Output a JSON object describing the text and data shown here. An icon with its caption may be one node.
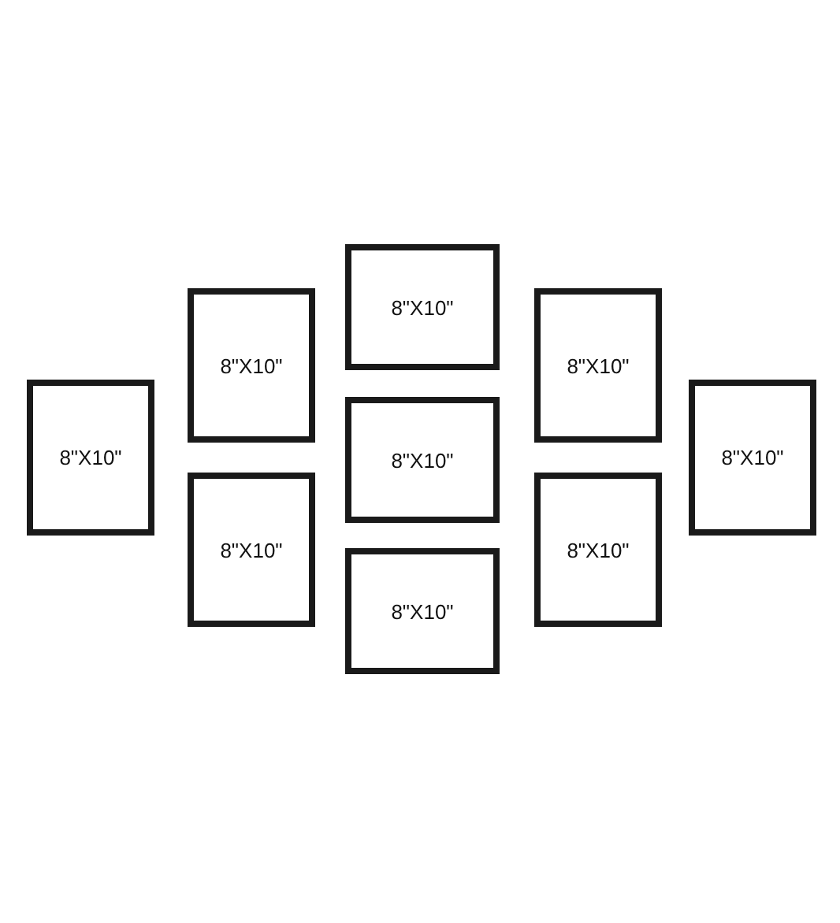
{
  "diagram": {
    "nodes": [
      {
        "text": [
          "8\"X10\""
        ]
      },
      {
        "text": [
          "8\"X10\""
        ]
      },
      {
        "text": [
          "8\"X10\""
        ]
      },
      {
        "text": [
          "8\"X10\""
        ]
      },
      {
        "text": [
          "8\"X10\""
        ]
      },
      {
        "text": [
          "8\"X10\""
        ]
      },
      {
        "text": [
          "8\"X10\""
        ]
      },
      {
        "text": [
          "8\"X10\""
        ]
      },
      {
        "text": [
          "8\"X10\""
        ]
      }
    ]
  }
}
